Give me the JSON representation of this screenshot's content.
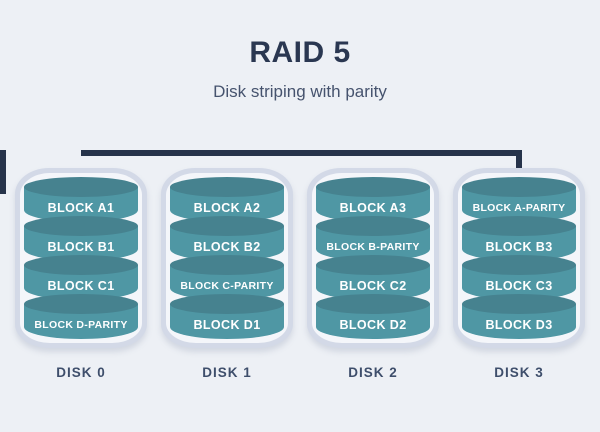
{
  "page": {
    "title": "RAID 5",
    "subtitle": "Disk striping with parity"
  },
  "colors": {
    "background": "#edf0f5",
    "title": "#2a3751",
    "subtitle": "#46536e",
    "bus_line": "#26334a",
    "disk_casing": "#d3d9e7",
    "disk_casing_inner": "#f4f6fa",
    "cylinder_top": "#46828f",
    "cylinder_body": "#4f97a4",
    "block_text": "#ffffff",
    "disk_label": "#3e4e6b"
  },
  "disks": [
    {
      "label": "DISK 0",
      "blocks": [
        {
          "label": "BLOCK A1",
          "parity": false
        },
        {
          "label": "BLOCK B1",
          "parity": false
        },
        {
          "label": "BLOCK C1",
          "parity": false
        },
        {
          "label": "BLOCK D-PARITY",
          "parity": true
        }
      ]
    },
    {
      "label": "DISK 1",
      "blocks": [
        {
          "label": "BLOCK A2",
          "parity": false
        },
        {
          "label": "BLOCK B2",
          "parity": false
        },
        {
          "label": "BLOCK C-PARITY",
          "parity": true
        },
        {
          "label": "BLOCK D1",
          "parity": false
        }
      ]
    },
    {
      "label": "DISK 2",
      "blocks": [
        {
          "label": "BLOCK A3",
          "parity": false
        },
        {
          "label": "BLOCK B-PARITY",
          "parity": true
        },
        {
          "label": "BLOCK C2",
          "parity": false
        },
        {
          "label": "BLOCK D2",
          "parity": false
        }
      ]
    },
    {
      "label": "DISK 3",
      "blocks": [
        {
          "label": "BLOCK A-PARITY",
          "parity": true
        },
        {
          "label": "BLOCK B3",
          "parity": false
        },
        {
          "label": "BLOCK C3",
          "parity": false
        },
        {
          "label": "BLOCK D3",
          "parity": false
        }
      ]
    }
  ]
}
